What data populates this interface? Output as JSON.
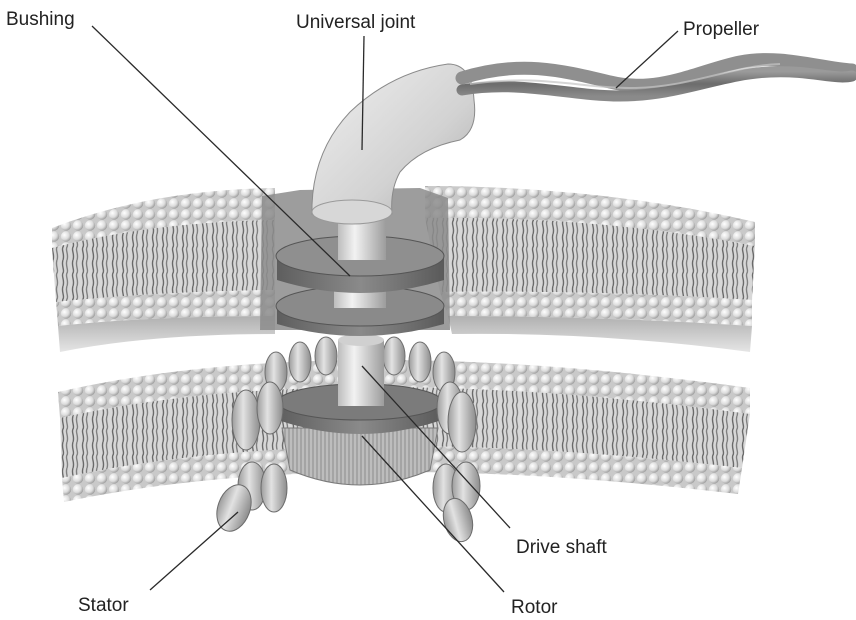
{
  "labels": {
    "bushing": "Bushing",
    "universal_joint": "Universal joint",
    "propeller": "Propeller",
    "drive_shaft": "Drive shaft",
    "stator": "Stator",
    "rotor": "Rotor"
  },
  "colors": {
    "head_fill": "#e6e6e6",
    "tail_fill": "#7d7d7d",
    "protein_light": "#d6d6d6",
    "protein_mid": "#a8a8a8",
    "protein_dark": "#6e6e6e",
    "leader_line": "#2a2a2a",
    "label_text": "#222222"
  }
}
